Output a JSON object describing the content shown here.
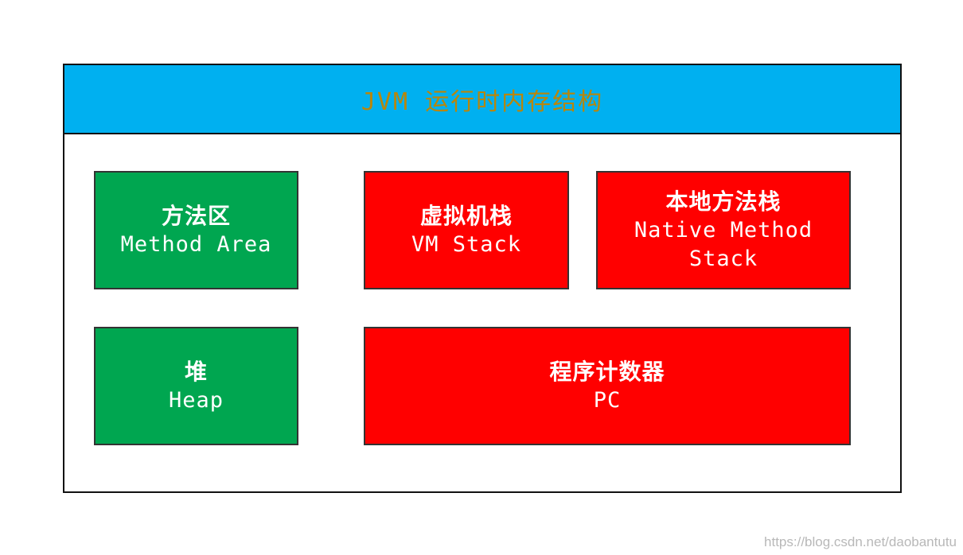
{
  "diagram": {
    "title": "JVM 运行时内存结构",
    "colors": {
      "header_bg": "#00b0f0",
      "title_text": "#b8860b",
      "shared_region": "#00a650",
      "thread_private_region": "#ff0000",
      "block_text": "#ffffff"
    },
    "blocks": {
      "method_area": {
        "cn": "方法区",
        "en": "Method Area",
        "color": "#00a650"
      },
      "vm_stack": {
        "cn": "虚拟机栈",
        "en": "VM Stack",
        "color": "#ff0000"
      },
      "native_method_stack": {
        "cn": "本地方法栈",
        "en": "Native Method\nStack",
        "color": "#ff0000"
      },
      "heap": {
        "cn": "堆",
        "en": "Heap",
        "color": "#00a650"
      },
      "pc": {
        "cn": "程序计数器",
        "en": "PC",
        "color": "#ff0000"
      }
    }
  },
  "watermark": "https://blog.csdn.net/daobantutu"
}
